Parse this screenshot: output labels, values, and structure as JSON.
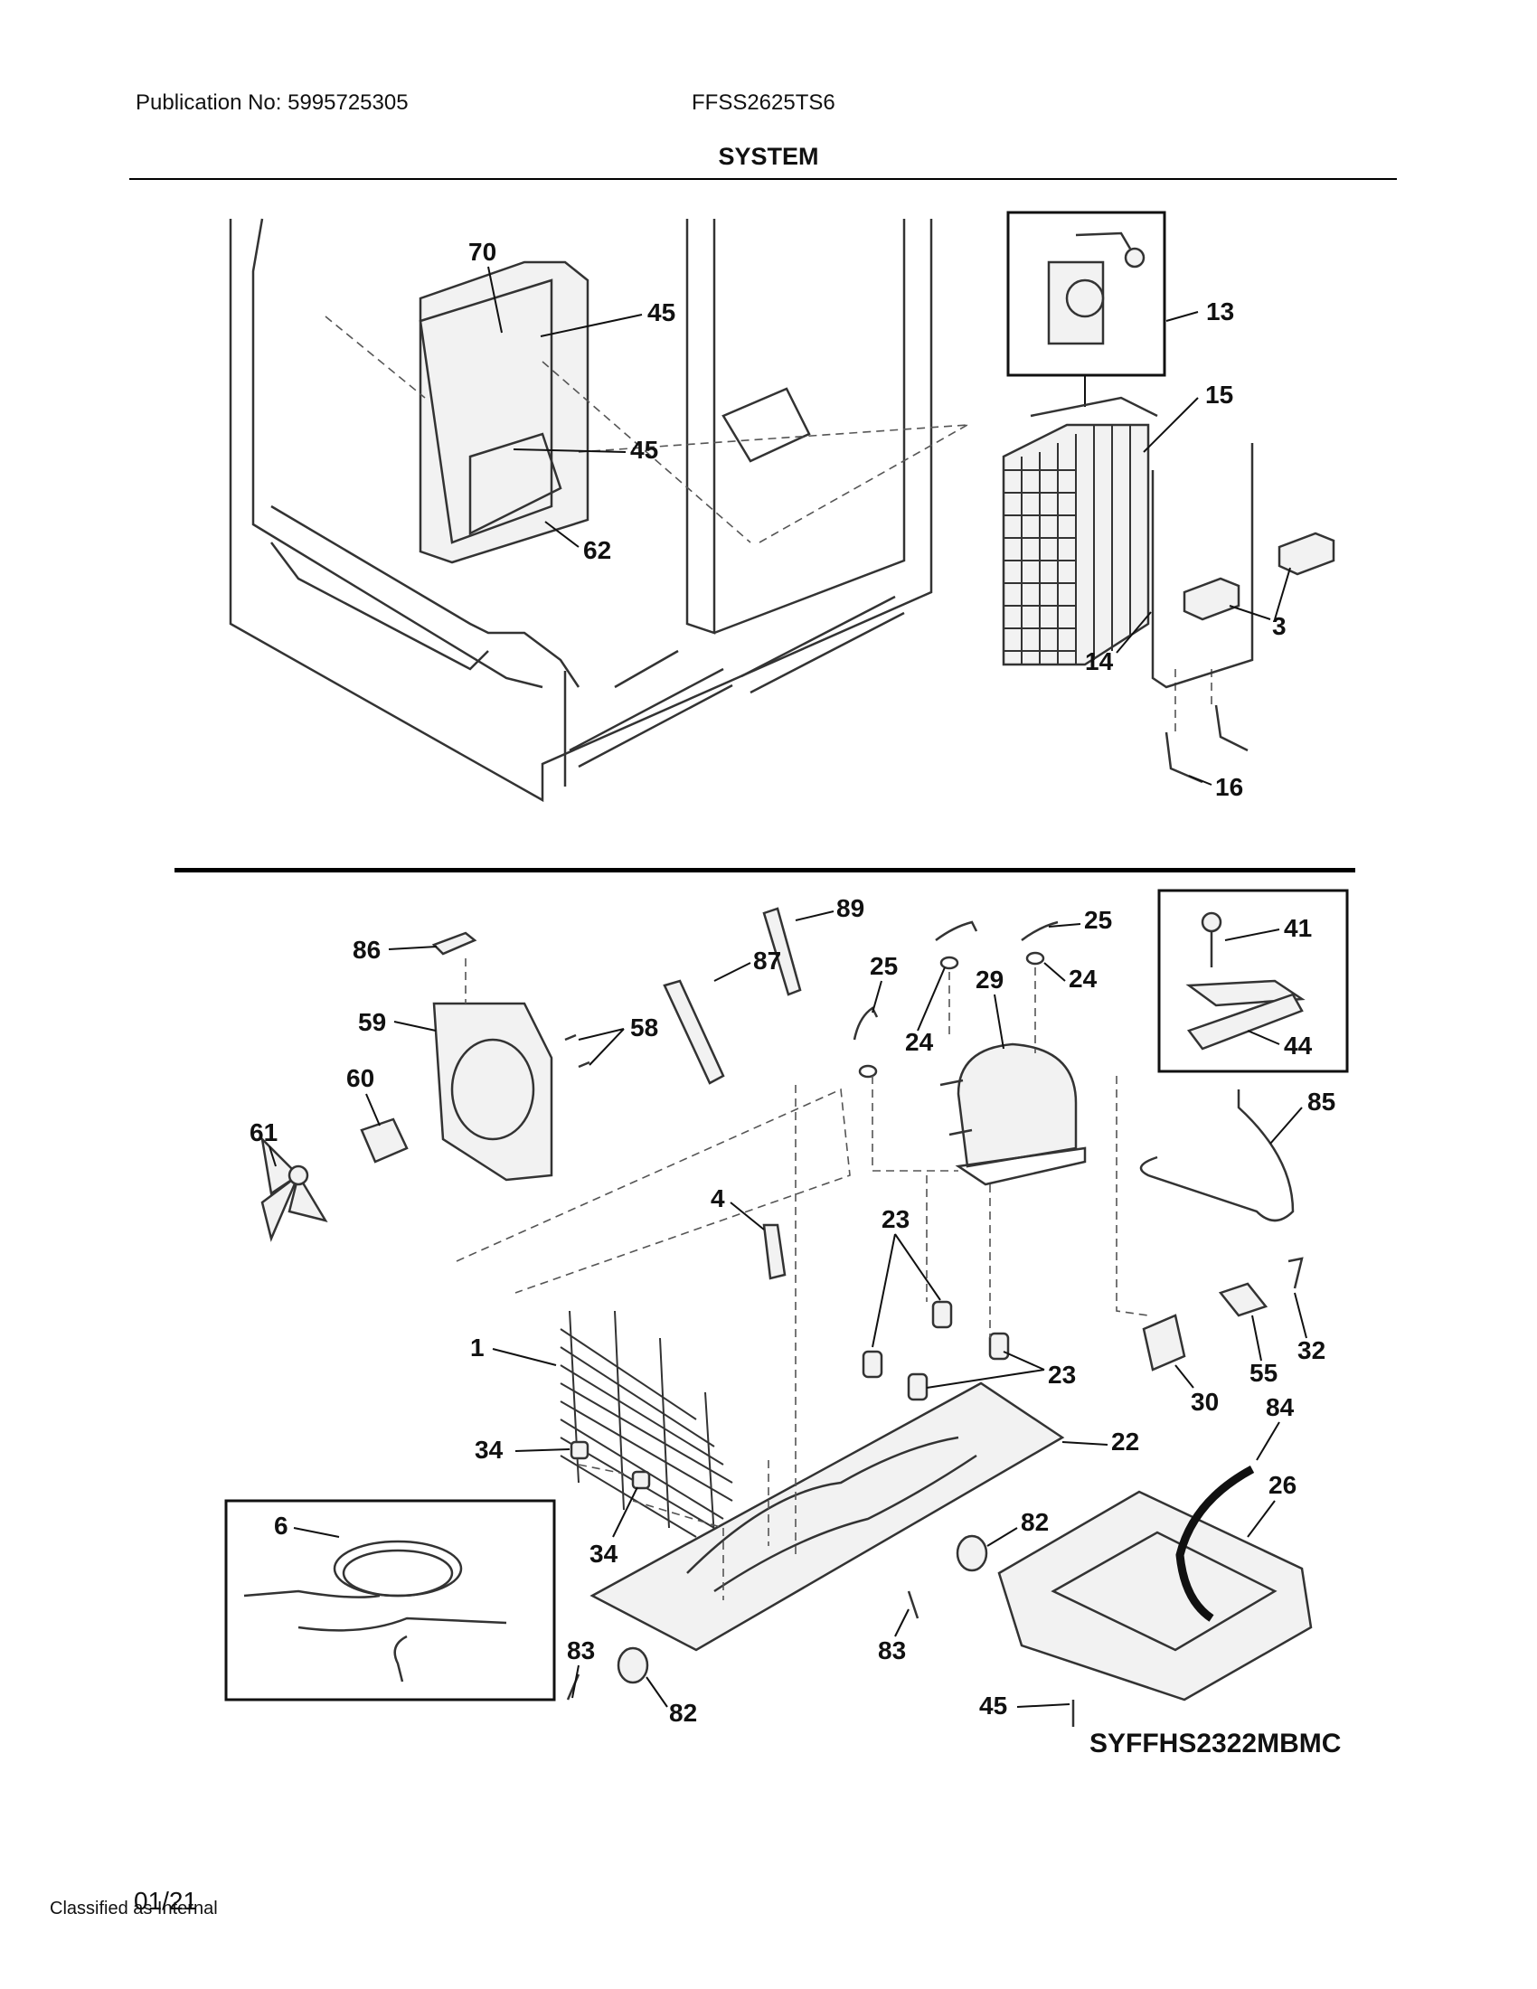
{
  "header": {
    "publication": "Publication No: 5995725305",
    "model": "FFSS2625TS6",
    "section_title": "SYSTEM"
  },
  "diagram": {
    "callouts_top": [
      "70",
      "45",
      "45",
      "62",
      "13",
      "15",
      "3",
      "14",
      "16"
    ],
    "callouts_bottom": [
      "86",
      "59",
      "58",
      "60",
      "61",
      "87",
      "89",
      "25",
      "25",
      "24",
      "24",
      "29",
      "41",
      "44",
      "85",
      "4",
      "23",
      "23",
      "1",
      "34",
      "34",
      "6",
      "22",
      "26",
      "84",
      "82",
      "82",
      "83",
      "83",
      "45",
      "30",
      "55",
      "32"
    ],
    "assembly_code": "SYFFHS2322MBMC"
  },
  "footer": {
    "date": "01/21",
    "classification": "Classified as Internal"
  }
}
